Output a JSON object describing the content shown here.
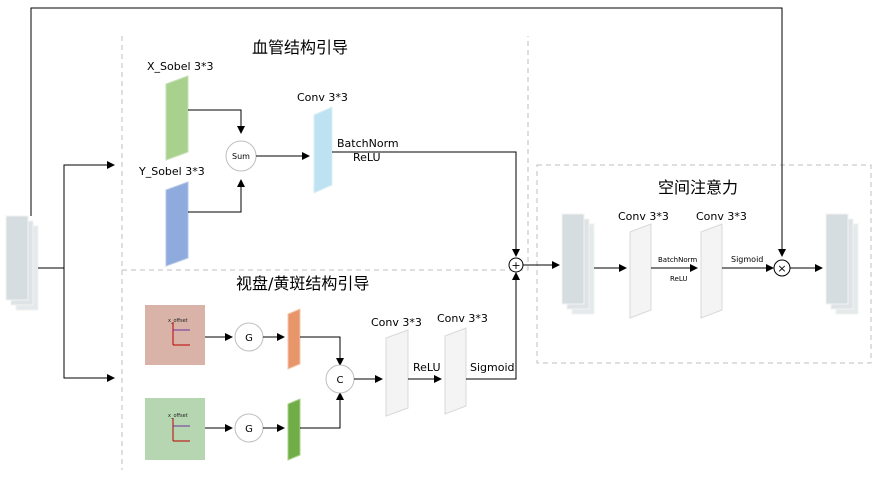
{
  "sections": {
    "vessel": "血管结构引导",
    "disc": "视盘/黄斑结构引导",
    "spatial": "空间注意力"
  },
  "labels": {
    "xsobel": "X_Sobel 3*3",
    "ysobel": "Y_Sobel 3*3",
    "sum": "Sum",
    "conv_vessel": "Conv 3*3",
    "batchnorm_vessel": "BatchNorm",
    "relu_vessel": "ReLU",
    "g_top": "G",
    "g_bottom": "G",
    "concat": "C",
    "conv_disc_1": "Conv 3*3",
    "conv_disc_2": "Conv 3*3",
    "relu_disc": "ReLU",
    "sigmoid_disc": "Sigmoid",
    "conv_sa_1": "Conv 3*3",
    "conv_sa_2": "Conv 3*3",
    "batchnorm_sa": "BatchNorm",
    "relu_sa": "ReLU",
    "sigmoid_sa": "Sigmoid",
    "add_symbol": "+",
    "mul_symbol": "×",
    "thumb_top_label": "x_offset",
    "thumb_bottom_label": "x_offset"
  },
  "colors": {
    "xsobel": "#a9d18e",
    "ysobel": "#8faadc",
    "conv_vessel": "#bde3f2",
    "feat_orange": "#e8956a",
    "feat_green": "#70ad47",
    "thumb_top": "#d9b3a8",
    "thumb_bottom": "#b5d6b0",
    "feature_map": "#dde3e6",
    "line": "#000000",
    "dash": "#bfbfbf"
  }
}
